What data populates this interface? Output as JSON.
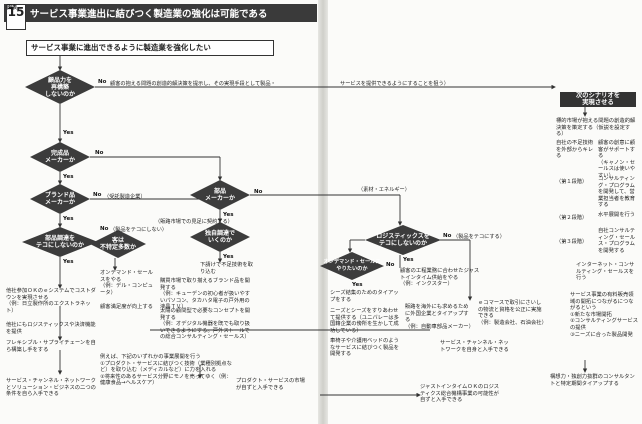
{
  "header": {
    "badge_label": "図表",
    "badge_number": "15",
    "title": "サービス事業進出に結びつく製造業の強化は可能である"
  },
  "subtitle": "サービス事業に進出できるように製造業を強化したい",
  "diamonds": [
    {
      "id": "d1",
      "text": "顧品力を\n再構築\nしないのか"
    },
    {
      "id": "d2",
      "text": "完成品\nメーカーか"
    },
    {
      "id": "d3",
      "text": "ブランド品\nメーカーか"
    },
    {
      "id": "d4",
      "text": "部品調達を\nテコにしないのか"
    },
    {
      "id": "d5",
      "text": "客は\n不特定多数か"
    },
    {
      "id": "d6",
      "text": "部品\nメーカーか"
    },
    {
      "id": "d7",
      "text": "独自調達で\nいくのか"
    },
    {
      "id": "d8",
      "text": "ロジスティックスを\nテコにしないのか"
    },
    {
      "id": "d9",
      "text": "オンデマンド・セールス\nやりたいのか"
    }
  ],
  "labels": {
    "no_top": "顧客の抱える問題の創造的解決策を提示し、その実現手段として製品・",
    "no_top_right": "サービスを提供できるようにすることを狙う）",
    "yes": "Yes",
    "no": "No",
    "no_branded": "（受託製造企業）",
    "no_parts_lever": "（製品をテコにしない）",
    "no_material": "（素材・エネルギー）",
    "no_parts_sales": "（販路市場での見足に契約する）",
    "no_product_lever": "（製品をテコにする）"
  },
  "boxes": {
    "b1": "他社参加ＯＫのｅシステムでコストダウンを実現させる\n（例：日立製作所のエクストラネット）",
    "b2": "他社にもロジスティックスや決済機能を提供",
    "b3": "フレキシブル・サプライチェーンを自ら構築し手をする",
    "b4": "オンデマンド・セールスをやる\n（例：デル・コンピュータ）",
    "b5": "顧客満足度が向上する",
    "b6": "下請けで不足技術を取り込む",
    "b7": "購買市場で取り揃えるブランド品を開発する\n（例：キューデンの初心者が扱いやすいパソコン、タカハタ電子の戸外用の液晶ＴＶ）",
    "b8": "太陽の顧問型で必要なコンセプトを開発する\n（例：オデジタル機器を既でも取り扱いできるようにする。戸外ストールでの総合コンサルティング・セールス）",
    "b9": "顧客の工程業務に合わせたジャストインタイム供給をやる\n（例：インクスター）",
    "b10": "シーズ結集のためのタイアップをする",
    "b11": "ニーズとシーズをすりあわせて提供する（ユニバレーは多国籍企業の傍所を生かして成功している）",
    "b12": "車椅子や介護用ベッドのようなサービスに結びつく製品を開発する",
    "b13": "販路を海外にも求めるために外国企業とタイアップする\n（例：自動車部品メーカー）",
    "b14": "ｅコマースで取引にさいしの物流と資格を公正に実施できる\n（例：製造会社、石油会社）",
    "b15": "サービス・チャンネル・ネットワークを自身と入手できる",
    "b16": "サービス・チャンネル・ネットワークとソリューション・ビジネスの二つの条件を自ら入手できる",
    "b17": "例えば、下記のいずれかの事業展開を行う\n①プロダクト・サービスに結びつく技術（業種別拠点など）を取り込む（メディカルなど）に力を入れる\n②将来性のあるサービス分野にモノを売ってゆく（例：健康食品→ヘルスケア）",
    "b18": "プロダクト・サービスの市場が自ずと入手できる",
    "b19": "ジャストインタイムＯＫのロジスティクス総合機構事業の可能性が自ずと入手できる",
    "b20": "構想力・独創力抜群のコンサルタントと特定期間タイアップする"
  },
  "right_panel": {
    "title": "次のシナリオを\n実現させる",
    "intro": "標的市場が抱える問題の創造的解決策を策定する（仮説を設定する）",
    "col1": "自社の不足技術を外部からキレる",
    "col2": "顧客の創意に顧客がサポートする\n（キャノン・セールスは使いやすい）",
    "step1": "（第１段階）",
    "step2": "（第２段階）",
    "step3": "（第３段階）",
    "s1": "コンサルティング・プログラムを開発して、営業担当者を教育する",
    "s2": "水平展開を行う",
    "s3": "自社コンサルティング・セールス・プログラムを開発する",
    "s4": "インターネット・コンサルティング・セールスを行う",
    "footer": "サービス事業の有料販売領域の開拓につながるにつながるという\n①新たな市場開拓\n②コンサルティングサービスの提供\n③ニーズに合った製品開発"
  }
}
